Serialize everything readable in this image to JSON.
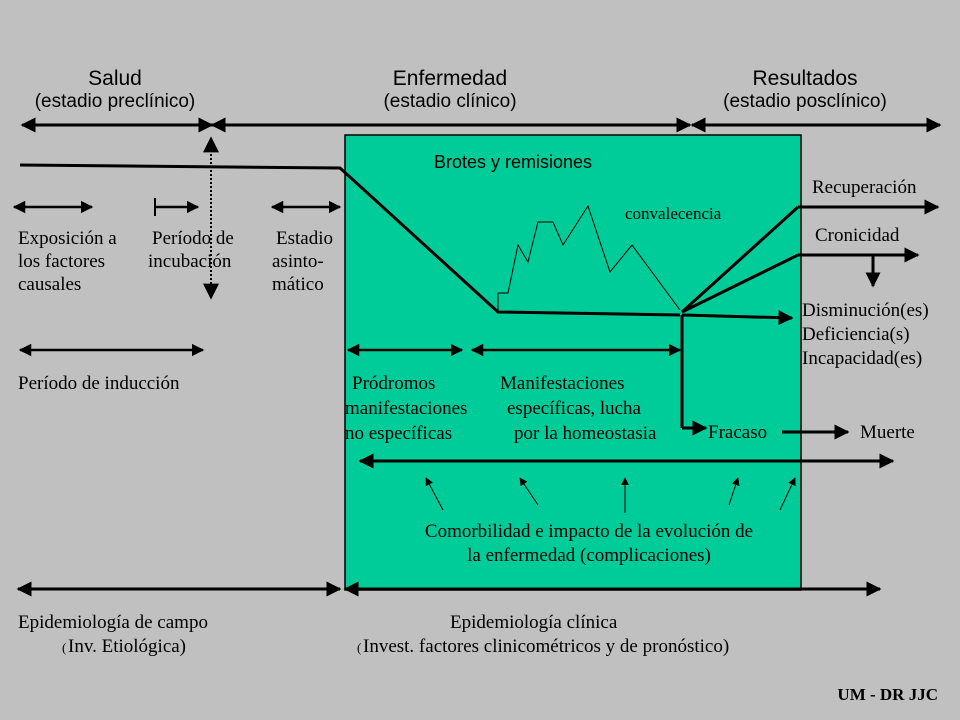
{
  "colors": {
    "background": "#c0c0c0",
    "clinical_box": "#00cc99",
    "ink": "#000000"
  },
  "headers": {
    "salud_title": "Salud",
    "salud_sub": "(estadio preclínico)",
    "enfermedad_title": "Enfermedad",
    "enfermedad_sub": "(estadio clínico)",
    "resultados_title": "Resultados",
    "resultados_sub": "(estadio posclínico)"
  },
  "box": {
    "title": "Brotes y remisiones",
    "convalecencia": "convalecencia"
  },
  "preclinical": {
    "exposicion": [
      "Exposición a",
      "los factores",
      "causales"
    ],
    "incubacion": [
      "Período de",
      "incubación"
    ],
    "asintomatico": [
      "Estadio",
      "asinto-",
      "mático"
    ],
    "induccion": "Período de inducción"
  },
  "clinical": {
    "prodromos": [
      "Pródromos",
      "manifestaciones",
      "no específicas"
    ],
    "manifestaciones": [
      "Manifestaciones",
      "específicas, lucha",
      "por la homeostasia"
    ],
    "fracaso": "Fracaso",
    "comorbilidad": [
      "Comorbilidad e impacto de la evolución de",
      "la enfermedad (complicaciones)"
    ]
  },
  "outcomes": {
    "recuperacion": "Recuperación",
    "cronicidad": "Cronicidad",
    "disminucion": [
      "Disminución(es)",
      "Deficiencia(s)",
      "Incapacidad(es)"
    ],
    "muerte": "Muerte"
  },
  "bottom": {
    "campo_title": "Epidemiología de campo",
    "campo_paren": "(",
    "campo_sub": "Inv. Etiológica)",
    "clinica_title": "Epidemiología clínica",
    "clinica_paren": "(",
    "clinica_sub": "Invest. factores clinicométricos y de pronóstico)"
  },
  "credit": "UM - DR JJC"
}
